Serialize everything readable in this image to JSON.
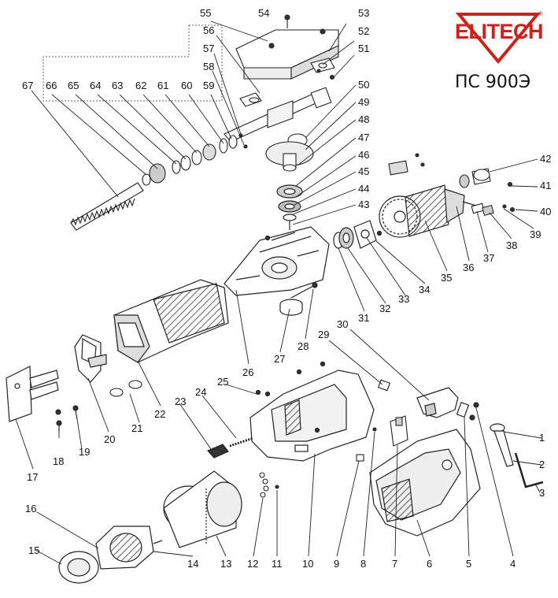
{
  "brand": {
    "name": "ELITECH",
    "trademark": "®",
    "model": "ПС 900Э",
    "color": "#d0201a"
  },
  "diagram": {
    "type": "exploded parts diagram",
    "part_numbers": [
      "1",
      "2",
      "3",
      "4",
      "5",
      "6",
      "7",
      "8",
      "9",
      "10",
      "11",
      "12",
      "13",
      "14",
      "15",
      "16",
      "17",
      "18",
      "19",
      "20",
      "21",
      "22",
      "23",
      "24",
      "25",
      "26",
      "27",
      "28",
      "29",
      "30",
      "31",
      "32",
      "33",
      "34",
      "35",
      "36",
      "37",
      "38",
      "39",
      "40",
      "41",
      "42",
      "43",
      "44",
      "45",
      "46",
      "47",
      "48",
      "49",
      "50",
      "51",
      "52",
      "53",
      "54",
      "55",
      "56",
      "57",
      "58",
      "59",
      "60",
      "61",
      "62",
      "63",
      "64",
      "65",
      "66",
      "67"
    ]
  }
}
